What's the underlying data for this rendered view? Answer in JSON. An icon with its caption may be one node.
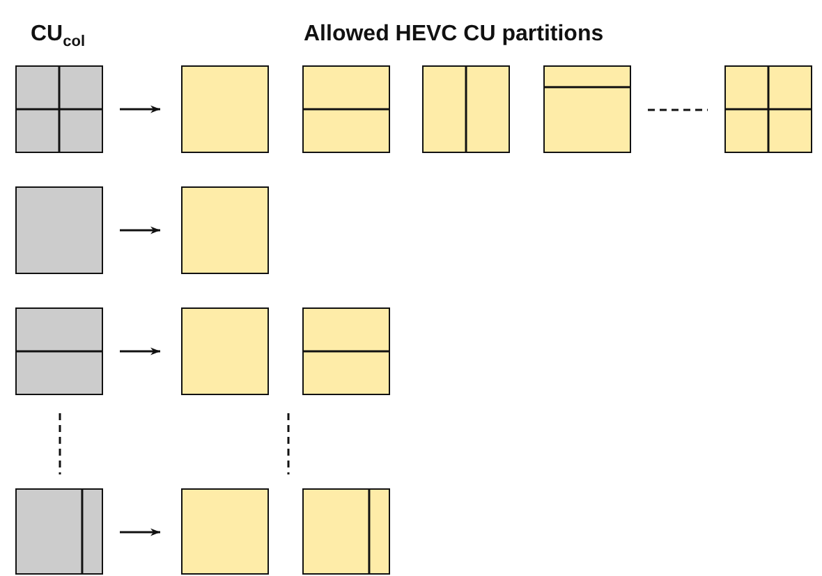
{
  "diagram": {
    "nodes": [
      {
        "text": [],
        "shape": "box"
      },
      {
        "text": [],
        "shape": "box"
      },
      {
        "text": [],
        "shape": "box"
      },
      {
        "text": [],
        "shape": "box"
      },
      {
        "text": [],
        "shape": "box"
      },
      {
        "text": [],
        "shape": "box"
      },
      {
        "text": [],
        "shape": "box"
      },
      {
        "text": [],
        "shape": "box"
      },
      {
        "text": [],
        "shape": "box"
      },
      {
        "text": [],
        "shape": "box"
      },
      {
        "text": [],
        "shape": "box"
      },
      {
        "text": [],
        "shape": "box"
      },
      {
        "text": [],
        "shape": "box"
      },
      {
        "text": [],
        "shape": "box"
      }
    ],
    "edges": [
      {
        "from": 0,
        "to": 1,
        "arrow": "to"
      },
      {
        "from": 6,
        "to": 7,
        "arrow": "to"
      },
      {
        "from": 8,
        "to": 9,
        "arrow": "to"
      },
      {
        "from": 11,
        "to": 12,
        "arrow": "to"
      }
    ],
    "labels": [
      "CU$_{col}$",
      "Allowed HEVC CU partitions"
    ]
  }
}
